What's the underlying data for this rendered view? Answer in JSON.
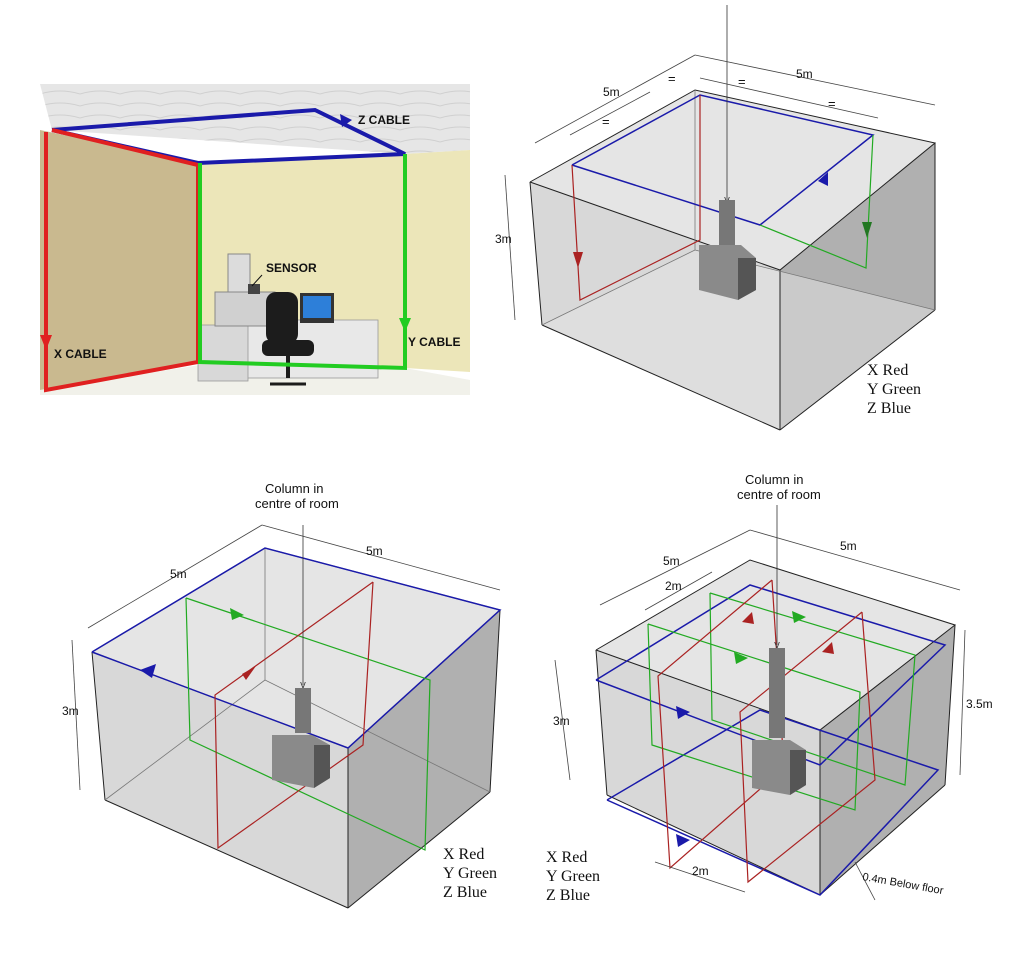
{
  "panel1": {
    "z_cable": "Z CABLE",
    "x_cable": "X CABLE",
    "y_cable": "Y CABLE",
    "sensor": "SENSOR"
  },
  "panel2": {
    "dim_width": "5m",
    "dim_depth": "5m",
    "dim_height": "3m",
    "equal_mark": "=",
    "legend": [
      "X Red",
      "Y Green",
      "Z Blue"
    ]
  },
  "panel3": {
    "column_note_line1": "Column in",
    "column_note_line2": "centre of room",
    "dim_width": "5m",
    "dim_depth": "5m",
    "dim_height": "3m",
    "legend": [
      "X Red",
      "Y Green",
      "Z Blue"
    ]
  },
  "panel4": {
    "column_note_line1": "Column in",
    "column_note_line2": "centre of room",
    "dim_width": "5m",
    "dim_depth": "5m",
    "dim_inner_top": "2m",
    "dim_height_room": "3m",
    "dim_height_total": "3.5m",
    "dim_inner_bottom": "2m",
    "below_floor": "0.4m Below floor",
    "legend": [
      "X Red",
      "Y Green",
      "Z Blue"
    ]
  },
  "colors": {
    "x_cable": "#cc2222",
    "y_cable": "#22aa22",
    "z_cable": "#1a1aaa"
  }
}
